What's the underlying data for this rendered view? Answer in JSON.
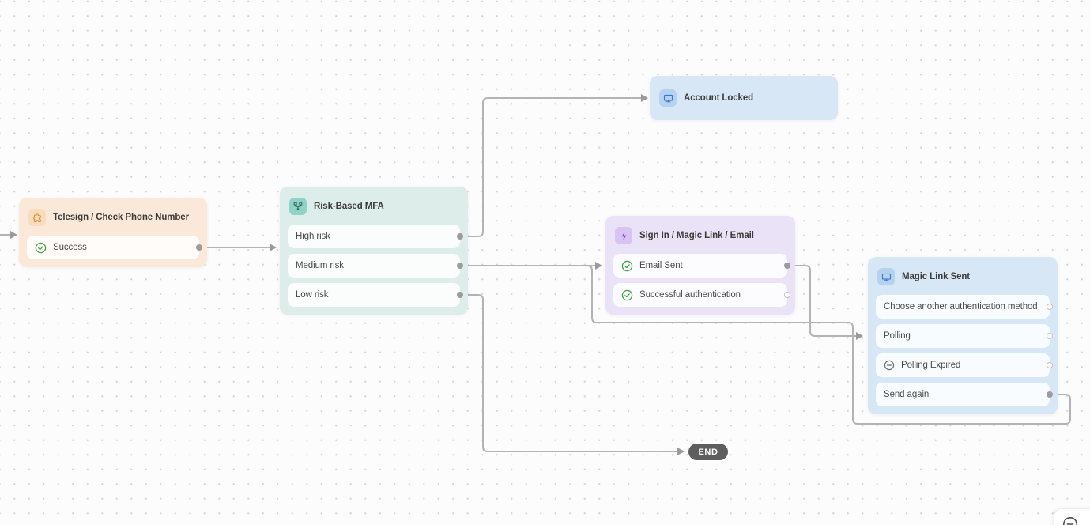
{
  "canvas": {
    "background_color": "#fcfcfd",
    "dot_color": "#d4d4d9",
    "edge_color": "#b3b3b3",
    "arrow_color": "#9a9a9a"
  },
  "nodes": [
    {
      "id": "telesign-check-phone-number",
      "title": "Telesign / Check Phone Number",
      "icon": "puzzle-icon",
      "theme": {
        "bg": "#fae9d9",
        "icon_bg": "#f7ddbd",
        "icon_color": "#d8913d"
      },
      "outputs": [
        {
          "label": "Success",
          "icon": "check-circle-icon",
          "port": "connected"
        }
      ]
    },
    {
      "id": "risk-based-mfa",
      "title": "Risk-Based MFA",
      "icon": "branch-icon",
      "theme": {
        "bg": "#ddeeea",
        "icon_bg": "#8fd2c7",
        "icon_color": "#2f5f5a"
      },
      "outputs": [
        {
          "label": "High risk",
          "port": "connected"
        },
        {
          "label": "Medium risk",
          "port": "connected"
        },
        {
          "label": "Low risk",
          "port": "connected"
        }
      ]
    },
    {
      "id": "account-locked",
      "title": "Account Locked",
      "icon": "screen-icon",
      "theme": {
        "bg": "#d8e7f5",
        "icon_bg": "#b5d3f0",
        "icon_color": "#3b76c8"
      },
      "outputs": []
    },
    {
      "id": "sign-in-magic-link-email",
      "title": "Sign In / Magic Link / Email",
      "icon": "bolt-icon",
      "theme": {
        "bg": "#eae2f6",
        "icon_bg": "#d8c3f2",
        "icon_color": "#7c3ec5"
      },
      "outputs": [
        {
          "label": "Email Sent",
          "icon": "check-circle-icon",
          "port": "connected"
        },
        {
          "label": "Successful authentication",
          "icon": "check-circle-icon",
          "port": "open"
        }
      ]
    },
    {
      "id": "magic-link-sent",
      "title": "Magic Link Sent",
      "icon": "screen-icon",
      "theme": {
        "bg": "#d8e7f5",
        "icon_bg": "#b5d3f0",
        "icon_color": "#3b76c8"
      },
      "outputs": [
        {
          "label": "Choose another authentication method",
          "port": "open"
        },
        {
          "label": "Polling",
          "port": "open"
        },
        {
          "label": "Polling Expired",
          "icon": "minus-circle-icon",
          "port": "open"
        },
        {
          "label": "Send again",
          "port": "connected"
        }
      ]
    }
  ],
  "end_badge": {
    "label": "END",
    "bg": "#5e5e5e",
    "text_color": "#ffffff"
  },
  "status_colors": {
    "success_green": "#43a047",
    "neutral_gray": "#6f6f6f"
  },
  "zoom_toolbar": {
    "buttons": [
      {
        "name": "zoom-out",
        "icon": "minus-circle-icon"
      }
    ]
  }
}
